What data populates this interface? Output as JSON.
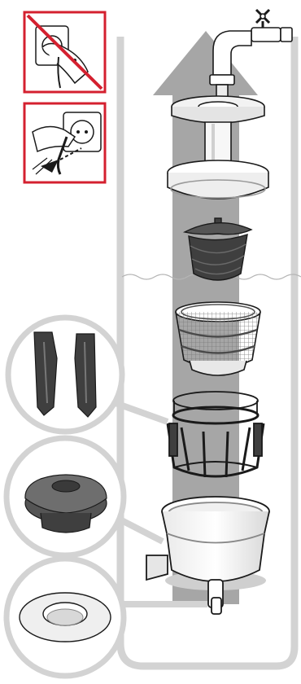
{
  "diagram": {
    "warnings": [
      {
        "id": "do-not-unplug-wet-hands",
        "kind": "prohibited",
        "icon": "prohibited-plug-icon"
      },
      {
        "id": "unplug-before-cleaning",
        "kind": "instruction",
        "icon": "unplug-icon"
      }
    ],
    "steps": [
      {
        "id": "faucet",
        "icon": "faucet-icon"
      },
      {
        "id": "hopper-lid",
        "icon": "hopper-lid-icon"
      },
      {
        "id": "screw-auger",
        "icon": "auger-icon"
      },
      {
        "id": "fine-strainer",
        "icon": "strainer-icon"
      },
      {
        "id": "rotating-brush-holder",
        "icon": "brush-holder-icon"
      },
      {
        "id": "juicing-bowl",
        "icon": "bowl-icon"
      }
    ],
    "callouts": [
      {
        "id": "silicone-wipers",
        "icon": "wiper-blades-icon"
      },
      {
        "id": "juice-cap-plug",
        "icon": "rubber-plug-icon"
      },
      {
        "id": "silicone-ring",
        "icon": "silicone-ring-icon"
      }
    ],
    "colors": {
      "warning_red": "#d4202f",
      "arrow_gray": "#a6a6a6",
      "tub_gray": "#d3d3d3",
      "dark_part": "#3f3f3f",
      "outline": "#1a1a1a"
    }
  }
}
